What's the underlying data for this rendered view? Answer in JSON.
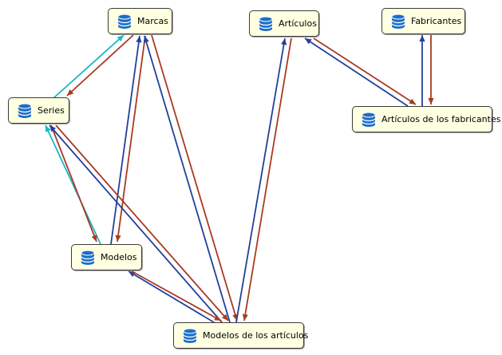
{
  "colors": {
    "node_fill": "#ffffe1",
    "node_border": "#3c3c3c",
    "icon_blue": "#1c6fc9",
    "edge_blue": "#22409a",
    "edge_red": "#a83a23",
    "edge_cyan": "#1ab8c4"
  },
  "icon": "database-icon",
  "nodes": [
    {
      "id": "marcas",
      "label": "Marcas"
    },
    {
      "id": "articulos",
      "label": "Artículos"
    },
    {
      "id": "fabricantes",
      "label": "Fabricantes"
    },
    {
      "id": "series",
      "label": "Series"
    },
    {
      "id": "articulos-fabricantes",
      "label": "Artículos de los fabricantes"
    },
    {
      "id": "modelos",
      "label": "Modelos"
    },
    {
      "id": "modelos-articulos",
      "label": "Modelos de los artículos"
    }
  ],
  "edges": [
    {
      "from": "series",
      "to": "marcas",
      "color": "cyan"
    },
    {
      "from": "marcas",
      "to": "series",
      "color": "red"
    },
    {
      "from": "modelos",
      "to": "marcas",
      "color": "blue"
    },
    {
      "from": "marcas",
      "to": "modelos",
      "color": "red"
    },
    {
      "from": "modelos-articulos",
      "to": "marcas",
      "color": "blue"
    },
    {
      "from": "marcas",
      "to": "modelos-articulos",
      "color": "red"
    },
    {
      "from": "modelos-articulos",
      "to": "articulos",
      "color": "blue"
    },
    {
      "from": "articulos",
      "to": "modelos-articulos",
      "color": "red"
    },
    {
      "from": "articulos-fabricantes",
      "to": "articulos",
      "color": "blue"
    },
    {
      "from": "articulos",
      "to": "articulos-fabricantes",
      "color": "red"
    },
    {
      "from": "articulos-fabricantes",
      "to": "fabricantes",
      "color": "blue"
    },
    {
      "from": "fabricantes",
      "to": "articulos-fabricantes",
      "color": "red"
    },
    {
      "from": "modelos",
      "to": "series",
      "color": "cyan"
    },
    {
      "from": "series",
      "to": "modelos",
      "color": "red"
    },
    {
      "from": "modelos-articulos",
      "to": "series",
      "color": "blue"
    },
    {
      "from": "series",
      "to": "modelos-articulos",
      "color": "red"
    },
    {
      "from": "modelos-articulos",
      "to": "modelos",
      "color": "blue"
    },
    {
      "from": "modelos",
      "to": "modelos-articulos",
      "color": "red"
    }
  ]
}
